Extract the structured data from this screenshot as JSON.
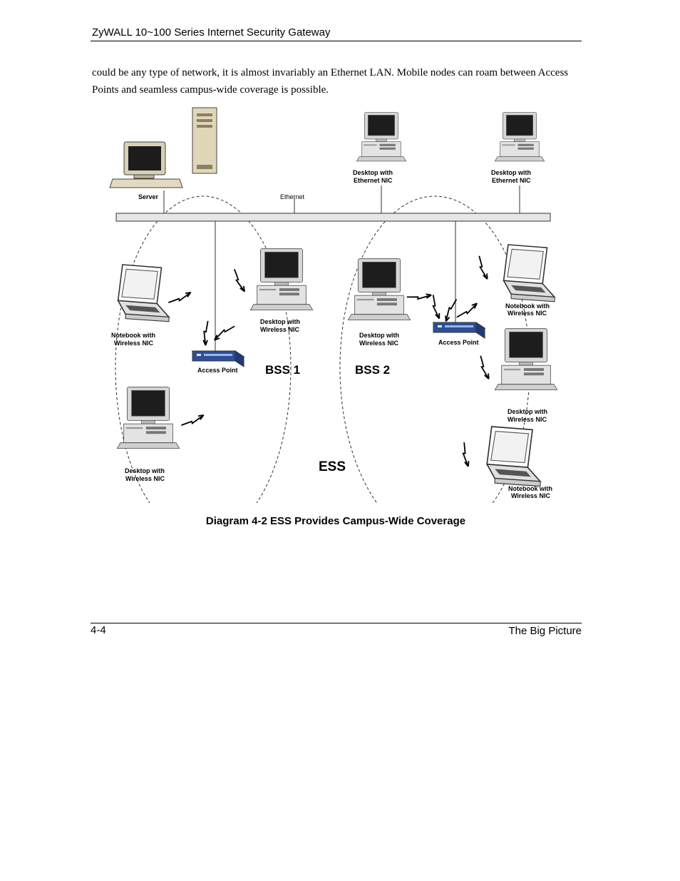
{
  "header": {
    "title": "ZyWALL 10~100 Series Internet Security Gateway"
  },
  "body": {
    "paragraph": "could be any type of network, it is almost invariably an Ethernet LAN. Mobile nodes can roam between Access Points and seamless campus-wide coverage is possible."
  },
  "figure": {
    "labels": {
      "server": "Server",
      "ethernet": "Ethernet",
      "desktop_eth_1": [
        "Desktop with",
        "Ethernet NIC"
      ],
      "desktop_eth_2": [
        "Desktop with",
        "Ethernet NIC"
      ],
      "notebook_left": [
        "Notebook with",
        "Wireless NIC"
      ],
      "desktop_bss1": [
        "Desktop with",
        "Wireless NIC"
      ],
      "ap1": "Access Point",
      "bss1": "BSS 1",
      "desktop_bottom_left": [
        "Desktop with",
        "Wireless NIC"
      ],
      "desktop_bss2": [
        "Desktop with",
        "Wireless NIC"
      ],
      "ap2": "Access Point",
      "bss2": "BSS 2",
      "notebook_right_top": [
        "Notebook with",
        "Wireless NIC"
      ],
      "desktop_right": [
        "Desktop with",
        "Wireless NIC"
      ],
      "notebook_right_bottom": [
        "Notebook with",
        "Wireless NIC"
      ],
      "ess": "ESS"
    },
    "caption": "Diagram 4-2 ESS Provides Campus-Wide Coverage"
  },
  "footer": {
    "page_number": "4-4",
    "section": "The Big Picture"
  }
}
